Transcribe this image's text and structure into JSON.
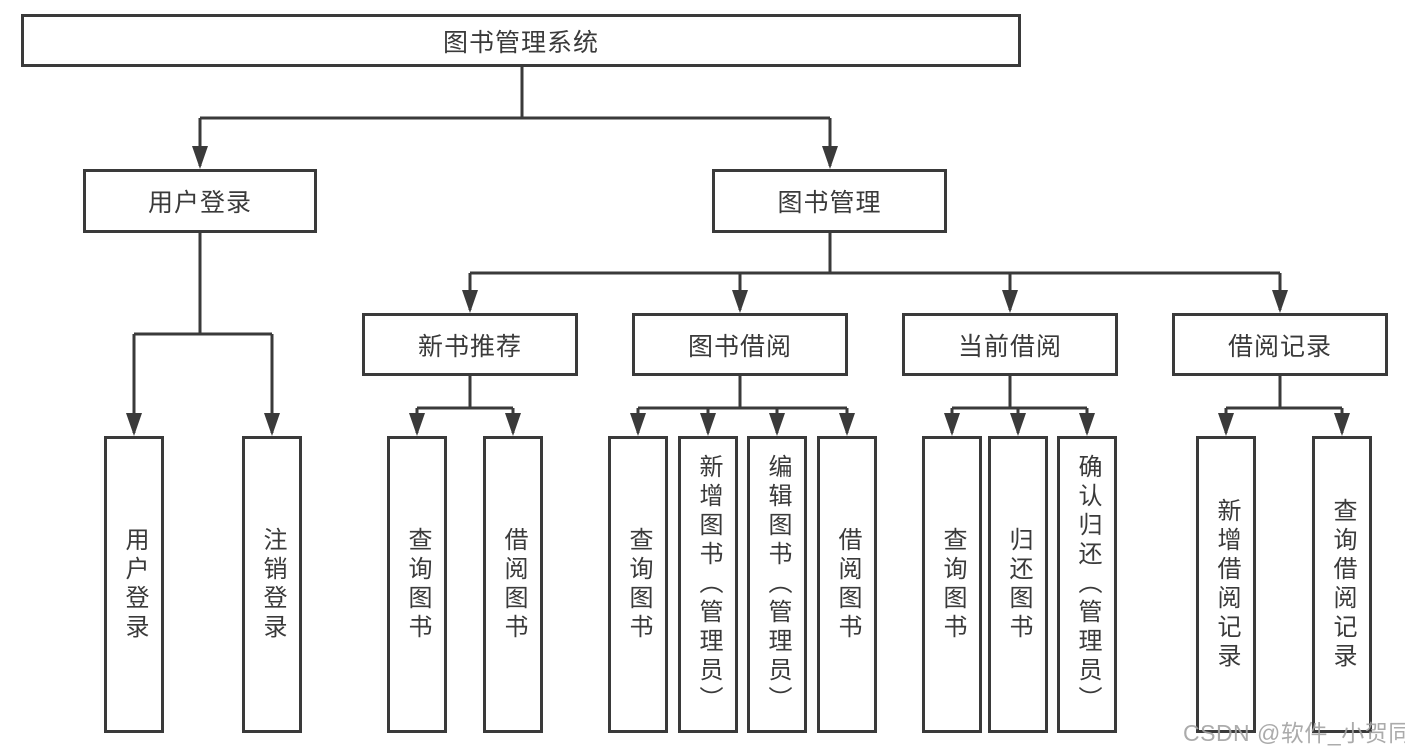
{
  "page": {
    "background": "#ffffff"
  },
  "colors": {
    "line": "#3a3a3a",
    "box_border": "#3a3a3a",
    "text": "#3a3a3a",
    "watermark": "#a3a3a3"
  },
  "diagram": {
    "root": {
      "label": "图书管理系统"
    },
    "branches": [
      {
        "label": "用户登录",
        "children": [
          {
            "label": "用户登录"
          },
          {
            "label": "注销登录"
          }
        ]
      },
      {
        "label": "图书管理",
        "groups": [
          {
            "label": "新书推荐",
            "children": [
              {
                "label": "查询图书"
              },
              {
                "label": "借阅图书"
              }
            ]
          },
          {
            "label": "图书借阅",
            "children": [
              {
                "label": "查询图书"
              },
              {
                "label": "新增图书（管理员）"
              },
              {
                "label": "编辑图书（管理员）"
              },
              {
                "label": "借阅图书"
              }
            ]
          },
          {
            "label": "当前借阅",
            "children": [
              {
                "label": "查询图书"
              },
              {
                "label": "归还图书"
              },
              {
                "label": "确认归还（管理员）"
              }
            ]
          },
          {
            "label": "借阅记录",
            "children": [
              {
                "label": "新增借阅记录"
              },
              {
                "label": "查询借阅记录"
              }
            ]
          }
        ]
      }
    ]
  },
  "watermark": {
    "text": "CSDN @软件_小贺同学"
  }
}
